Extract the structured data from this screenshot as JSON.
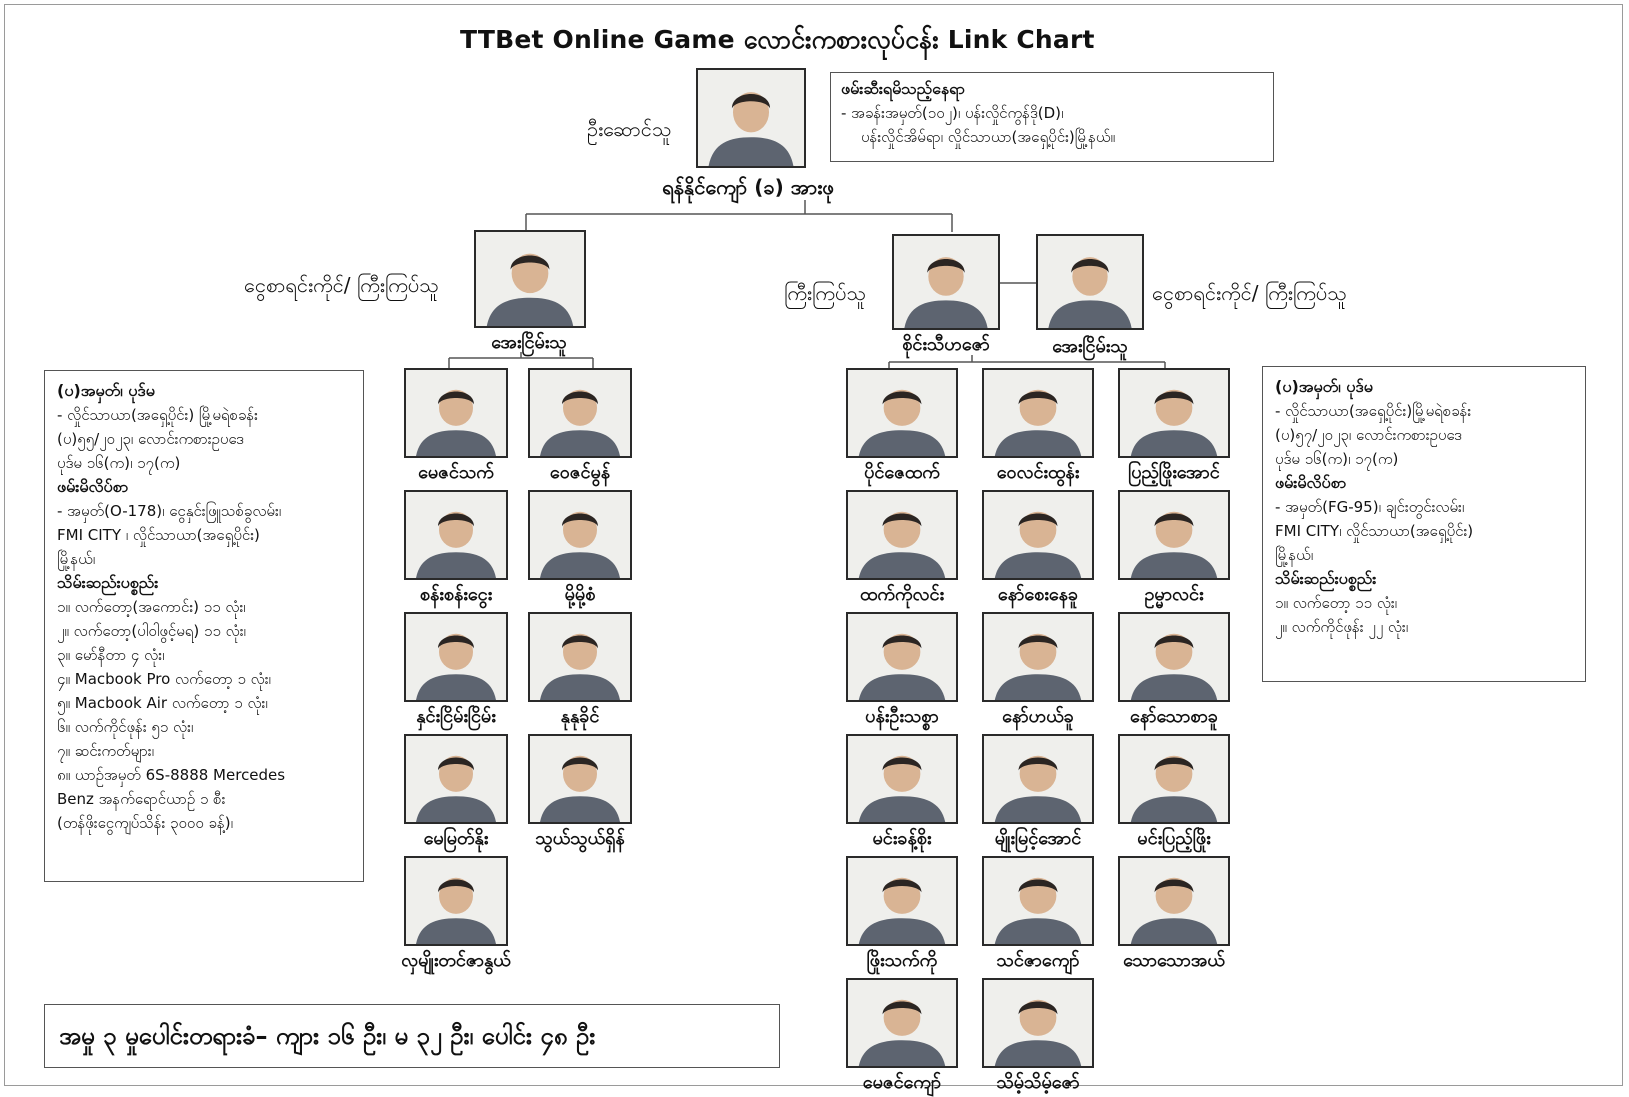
{
  "title": "TTBet Online Game လောင်းကစားလုပ်ငန်း Link Chart",
  "leader": {
    "role": "ဦးဆောင်သူ",
    "name": "ရန်နိုင်ကျော် (ခ) အားဖု"
  },
  "arrest_place_box": {
    "heading": "ဖမ်းဆီးရမိသည့်နေရာ",
    "lines": [
      "- အခန်းအမှတ်(၁၀၂)၊                ပန်းလှိုင်ကွန်ဒို(D)၊",
      "ပန်းလှိုင်အိမ်ရာ၊ လှိုင်သာယာ(အရှေ့ပိုင်း)မြို့နယ်။"
    ]
  },
  "left_branch": {
    "role": "ငွေစာရင်းကိုင်/ ကြီးကြပ်သူ",
    "name": "အေးငြိမ်းသူ",
    "members": [
      "မေဇင်သက်",
      "ဝေဇင်မွန်",
      "စန်းစန်းငွေး",
      "မို့မို့စံ",
      "နှင်းငြိမ်းငြိမ်း",
      "နုနုခိုင်",
      "မေမြတ်နိုး",
      "သွယ်သွယ်ရှိန်",
      "လှမျိုးတင်ဇာနွယ်"
    ]
  },
  "right_branch": {
    "supervisor_role": "ကြီးကြပ်သူ",
    "supervisor_name": "စိုင်းသီဟဇော်",
    "accountant_role": "ငွေစာရင်းကိုင်/ ကြီးကြပ်သူ",
    "accountant_name": "အေးငြိမ်းသူ",
    "members": [
      "ပိုင်ဇေထက်",
      "ဝေလင်းထွန်း",
      "ပြည့်ဖြိုးအောင်",
      "ထက်ကိုလင်း",
      "နော်စေးနေခူ",
      "ဥမ္မာလင်း",
      "ပန်းဦးသစ္စာ",
      "နော်ဟယ်ခူ",
      "နော်သောစာခူ",
      "မင်းခန့်စိုး",
      "မျိုးမြင့်အောင်",
      "မင်းပြည့်ဖြိုး",
      "ဖြိုးသက်ကို",
      "သင်ဇာကျော်",
      "သောသောအယ်",
      "မေဇင်ကျော်",
      "သိမ့်သိမ့်ဇော်"
    ]
  },
  "left_box": {
    "case_heading": "(ပ)အမှတ်၊ ပုဒ်မ",
    "case_lines": [
      "-    လှိုင်သာယာ(အရှေ့ပိုင်း)  မြို့မရဲစခန်း",
      "     (ပ)၅၅/၂၀၂၃၊  လောင်းကစားဥပဒေ",
      "     ပုဒ်မ ၁၆(က)၊ ၁၇(က)"
    ],
    "address_heading": "ဖမ်းမိလိပ်စာ",
    "address_lines": [
      "-    အမှတ်(O-178)၊ ငွေနှင်းဖြူသစ်ခွလမ်း၊",
      "     FMI  CITY ၊ လှိုင်သာယာ(အရှေ့ပိုင်း)",
      "     မြို့နယ်၊"
    ],
    "seized_heading": "သိမ်းဆည်းပစ္စည်း",
    "seized_lines": [
      "၁။   လက်တော့(အကောင်း)  ၁၁ လုံး၊",
      "၂။   လက်တော့(ပါဝါဖွင့်မရ)  ၁၁ လုံး၊",
      "၃။   မော်နီတာ ၄ လုံး၊",
      "၄။   Macbook Pro လက်တော့ ၁ လုံး၊",
      "၅။   Macbook Air လက်တော့ ၁ လုံး၊",
      "၆။   လက်ကိုင်ဖုန်း ၅၁ လုံး၊",
      "၇။   ဆင်းကတ်များ၊",
      "၈။   ယာဉ်အမှတ်  6S-8888  Mercedes",
      "       Benz  အနက်ရောင်ယာဉ်  ၁  စီး",
      "       (တန်ဖိုးငွေကျပ်သိန်း ၃၀၀၀ ခန့်)၊"
    ]
  },
  "right_box": {
    "case_heading": "(ပ)အမှတ်၊ ပုဒ်မ",
    "case_lines": [
      "-    လှိုင်သာယာ(အရှေ့ပိုင်း)မြို့မရဲစခန်း",
      "     (ပ)၅၇/၂၀၂၃၊  လောင်းကစားဥပဒေ",
      "     ပုဒ်မ ၁၆(က)၊ ၁၇(က)"
    ],
    "address_heading": "ဖမ်းမိလိပ်စာ",
    "address_lines": [
      "-    အမှတ်(FG-95)၊       ချင်းတွင်းလမ်း၊",
      "     FMI  CITY၊  လှိုင်သာယာ(အရှေ့ပိုင်း)",
      "     မြို့နယ်၊"
    ],
    "seized_heading": "သိမ်းဆည်းပစ္စည်း",
    "seized_lines": [
      "၁။   လက်တော့ ၁၁ လုံး၊",
      "၂။   လက်ကိုင်ဖုန်း ၂၂ လုံး၊"
    ]
  },
  "summary": "အမှု ၃ မှုပေါင်းတရားခံ– ကျား ၁၆ ဦး၊ မ ၃၂  ဦး၊ ပေါင်း ၄၈ ဦး"
}
